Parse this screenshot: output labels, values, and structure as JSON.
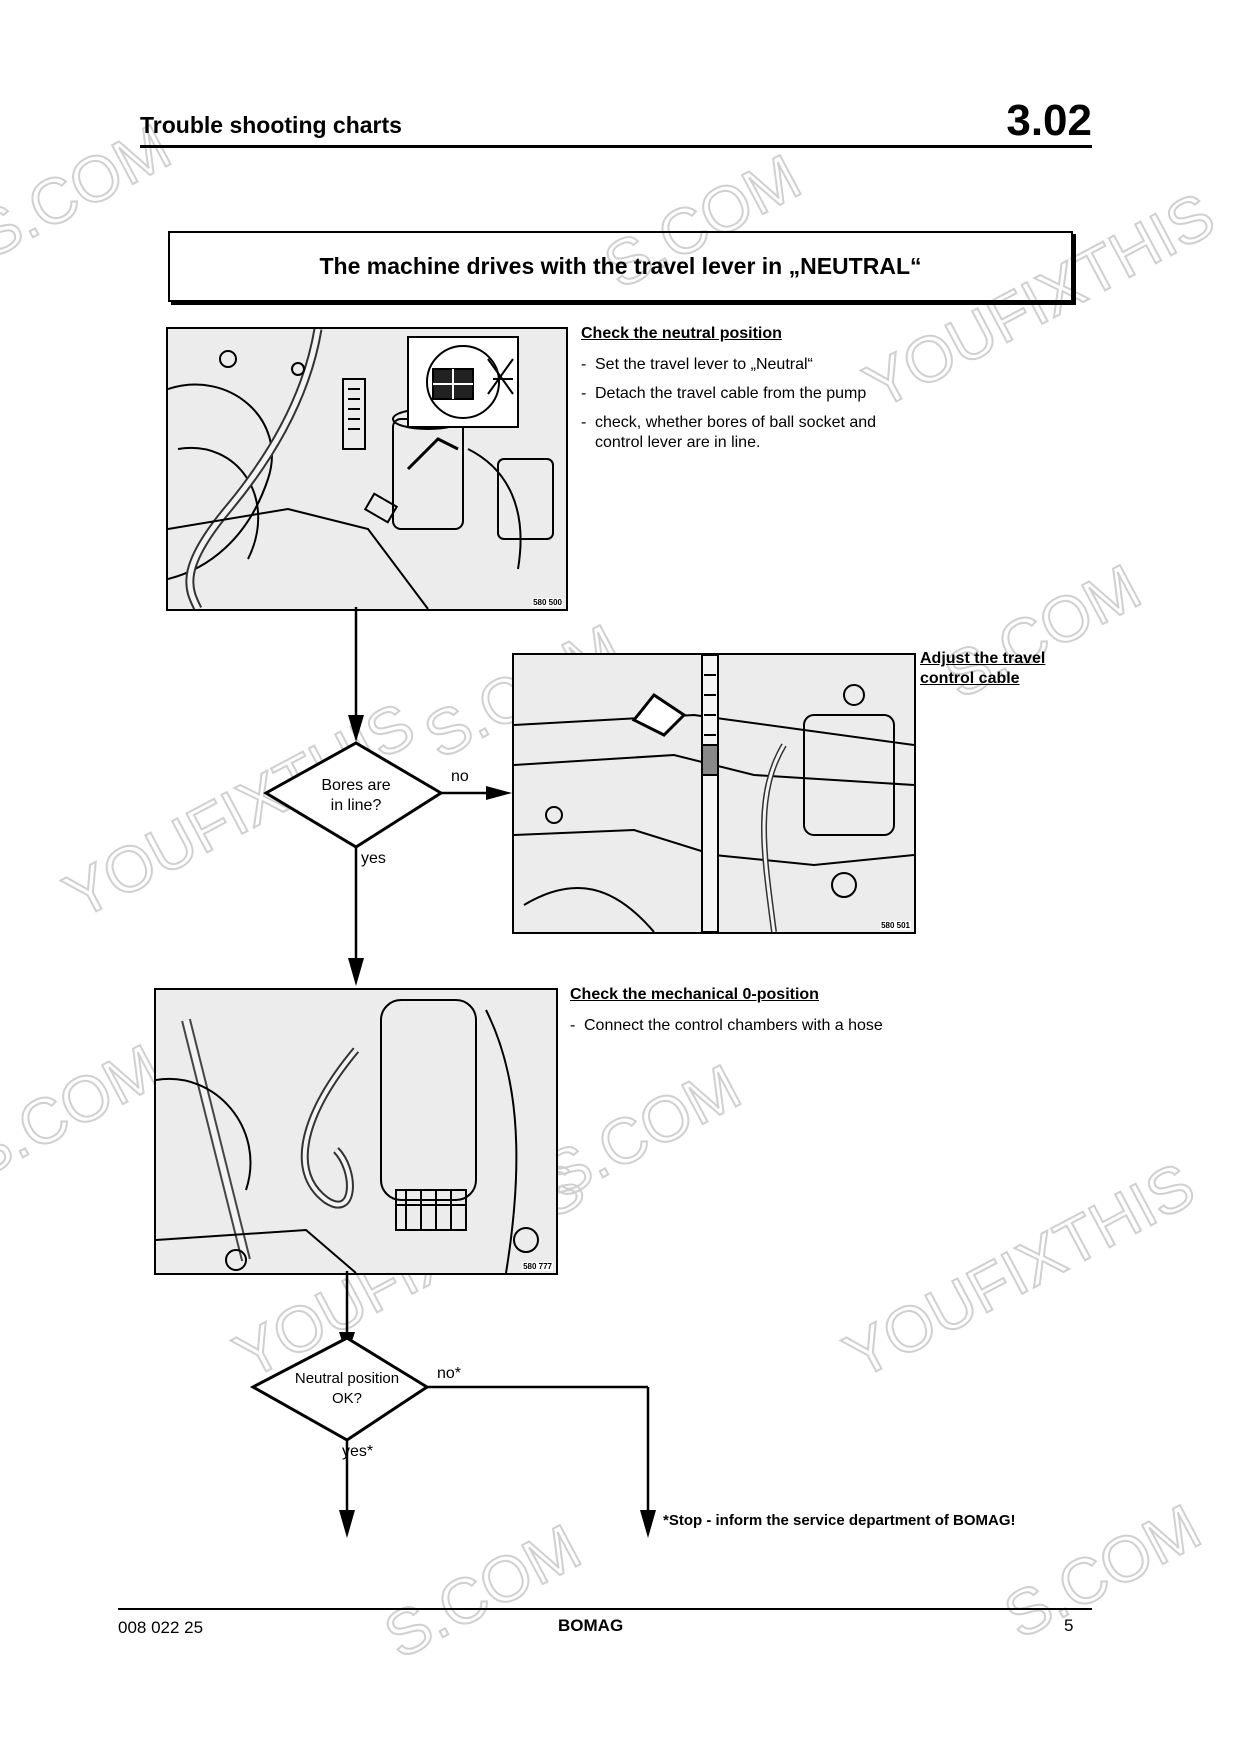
{
  "header": {
    "title": "Trouble shooting charts",
    "section_number": "3.02"
  },
  "title_box": {
    "text": "The machine drives with the travel lever in „NEUTRAL“"
  },
  "step1": {
    "heading": "Check the neutral position",
    "items": [
      "Set the travel lever to „Neutral“",
      "Detach the travel cable from the pump",
      "check, whether bores of ball socket and control lever are in line."
    ],
    "photo_code": "580 500"
  },
  "decision1": {
    "text_line1": "Bores are",
    "text_line2": "in line?",
    "no_label": "no",
    "yes_label": "yes"
  },
  "step_adjust": {
    "heading_line1": "Adjust the travel",
    "heading_line2": "control cable",
    "photo_code": "580 501"
  },
  "step2": {
    "heading": "Check the mechanical 0-position",
    "items": [
      "Connect the control chambers with a hose"
    ],
    "photo_code": "580 777"
  },
  "decision2": {
    "text_line1": "Neutral position",
    "text_line2": "OK?",
    "no_label": "no*",
    "yes_label": "yes*"
  },
  "stop_note": "*Stop - inform the service department of BOMAG!",
  "footer": {
    "doc_number": "008 022 25",
    "brand": "BOMAG",
    "page_number": "5"
  },
  "watermark": {
    "text1": "YOUFIXTHIS",
    "text2": "S.COM"
  },
  "colors": {
    "ink": "#000000",
    "paper": "#ffffff",
    "watermark": "#d9d9d9"
  },
  "icons": [
    "flow-arrow-icon",
    "decision-diamond-icon"
  ]
}
